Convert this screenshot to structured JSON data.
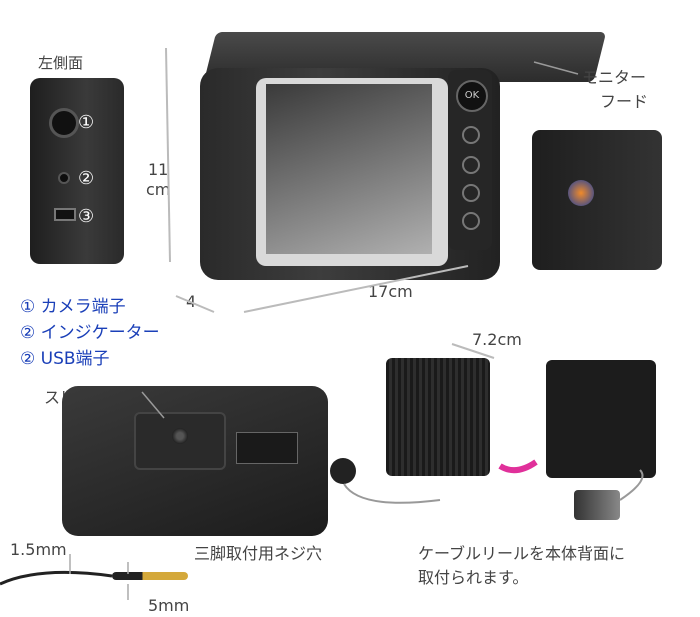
{
  "labels": {
    "left_side": "左側面",
    "port1": "①",
    "port2": "②",
    "port3": "③",
    "height_num": "11",
    "height_unit": "cm",
    "depth": "4",
    "width": "17cm",
    "hood_line1": "モニター",
    "hood_line2": "フード",
    "reel_width": "7.2cm",
    "speaker": "スピーカー",
    "tripod": "三脚取付用ネジ穴",
    "cable_thick": "1.5mm",
    "cable_plug": "5mm",
    "reel_note_line1": "ケーブルリールを本体背面に",
    "reel_note_line2": "取付られます。"
  },
  "legend": [
    "① カメラ端子",
    "② インジケーター",
    "② USB端子"
  ],
  "device_buttons": [
    "OK"
  ],
  "colors": {
    "device_body": "#2b2b2b",
    "screen": "#6a6a6a",
    "legend_text": "#1a3fb8",
    "arrow_magenta": "#e0309a"
  }
}
